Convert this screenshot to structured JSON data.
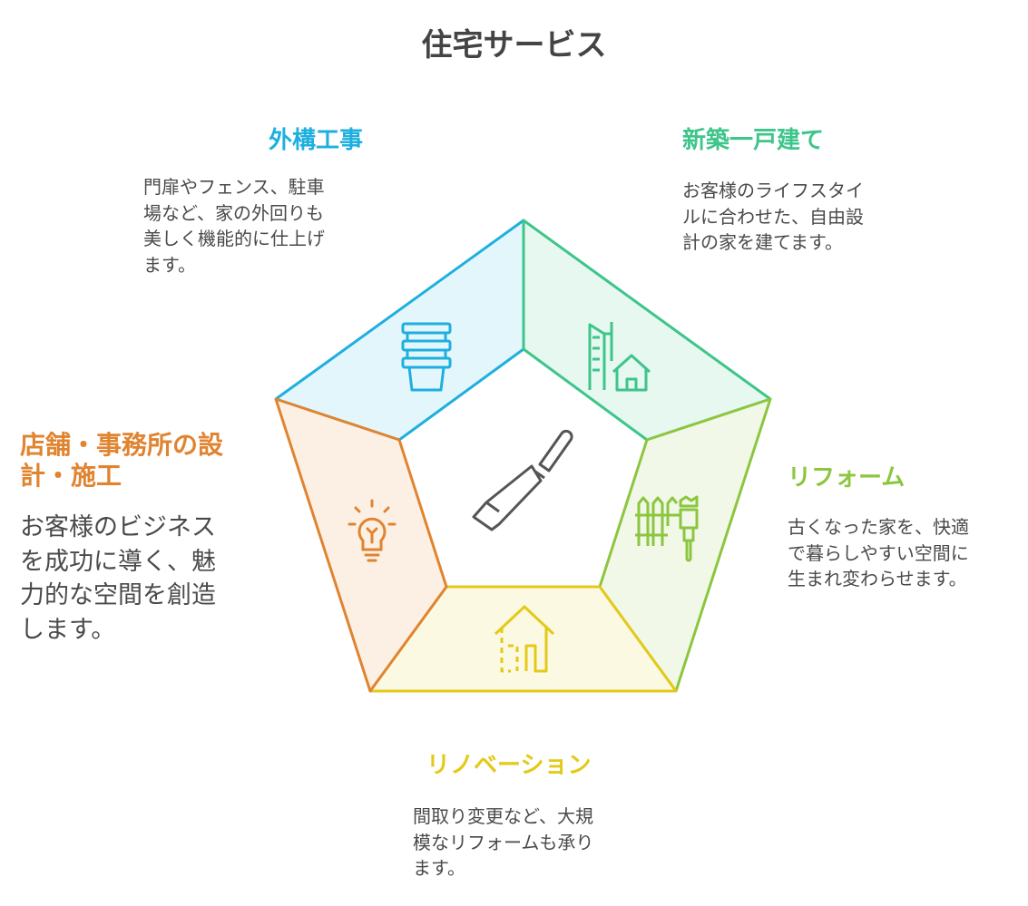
{
  "title": "住宅サービス",
  "colors": {
    "blue": "#1FAFDF",
    "green": "#3DC58A",
    "lime": "#8CC63F",
    "yellow": "#E4C919",
    "orange": "#E08430",
    "text": "#4a4a4a"
  },
  "sections": {
    "exterior": {
      "heading": "外構工事",
      "lines": [
        "門扉やフェンス、駐車",
        "場など、家の外回りも",
        "美しく機能的に仕上げ",
        "ます。"
      ],
      "icon": "stacked-pots-icon"
    },
    "new_build": {
      "heading": "新築一戸建て",
      "lines": [
        "お客様のライフスタイ",
        "ルに合わせた、自由設",
        "計の家を建てます。"
      ],
      "icon": "buildings-house-icon"
    },
    "reform": {
      "heading": "リフォーム",
      "lines": [
        "古くなった家を、快適",
        "で暮らしやすい空間に",
        "生まれ変わらせます。"
      ],
      "icon": "fence-paintbrush-icon"
    },
    "renovation": {
      "heading": "リノベーション",
      "lines": [
        "間取り変更など、大規",
        "模なリフォームも承り",
        "ます。"
      ],
      "icon": "house-outline-icon"
    },
    "commercial": {
      "heading_lines": [
        "店舗・事務所の設",
        "計・施工"
      ],
      "lines": [
        "お客様のビジネス",
        "を成功に導く、魅",
        "力的な空間を創造",
        "します。"
      ],
      "icon": "lightbulb-icon"
    }
  },
  "center_icon": "chisel-icon"
}
